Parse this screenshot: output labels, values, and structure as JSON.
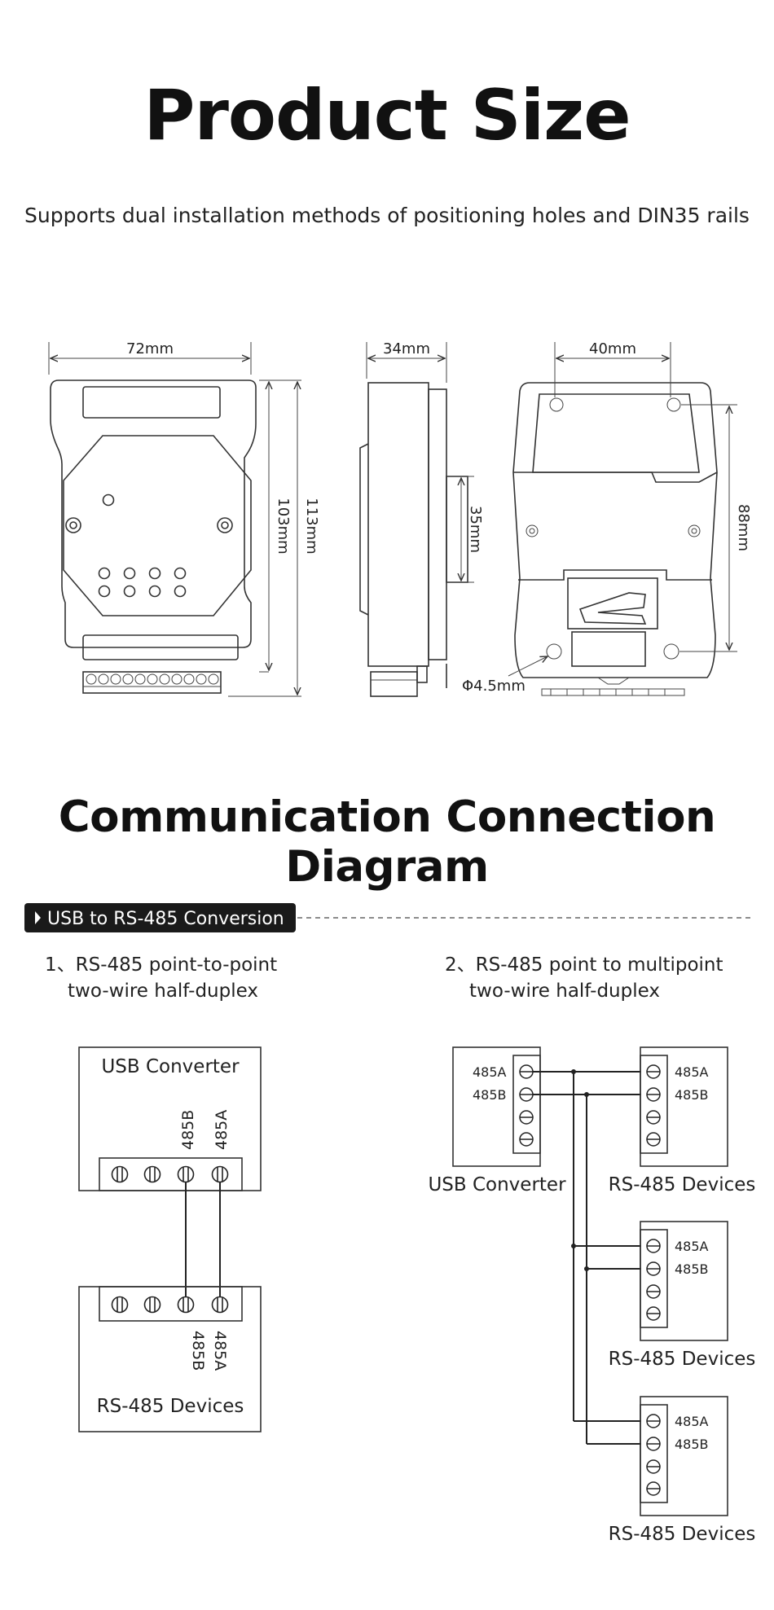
{
  "product_size": {
    "title": "Product Size",
    "subtitle": "Supports dual installation methods of positioning holes and DIN35 rails",
    "dims": {
      "front_width": "72mm",
      "front_h_inner": "103mm",
      "front_h_outer": "113mm",
      "side_depth": "34mm",
      "rail": "35mm",
      "hole_spacing_w": "40mm",
      "hole_spacing_h": "88mm",
      "hole_dia": "Φ4.5mm"
    }
  },
  "connection": {
    "title": "Communication Connection Diagram",
    "section_label": "USB to RS-485 Conversion",
    "diagram1": {
      "caption_line1": "1、RS-485 point-to-point",
      "caption_line2": "two-wire half-duplex",
      "converter_label": "USB Converter",
      "device_label": "RS-485 Devices",
      "pin_a": "485A",
      "pin_b": "485B"
    },
    "diagram2": {
      "caption_line1": "2、RS-485 point to multipoint",
      "caption_line2": "two-wire half-duplex",
      "converter_label": "USB Converter",
      "device_label": "RS-485 Devices",
      "pin_a": "485A",
      "pin_b": "485B"
    }
  }
}
